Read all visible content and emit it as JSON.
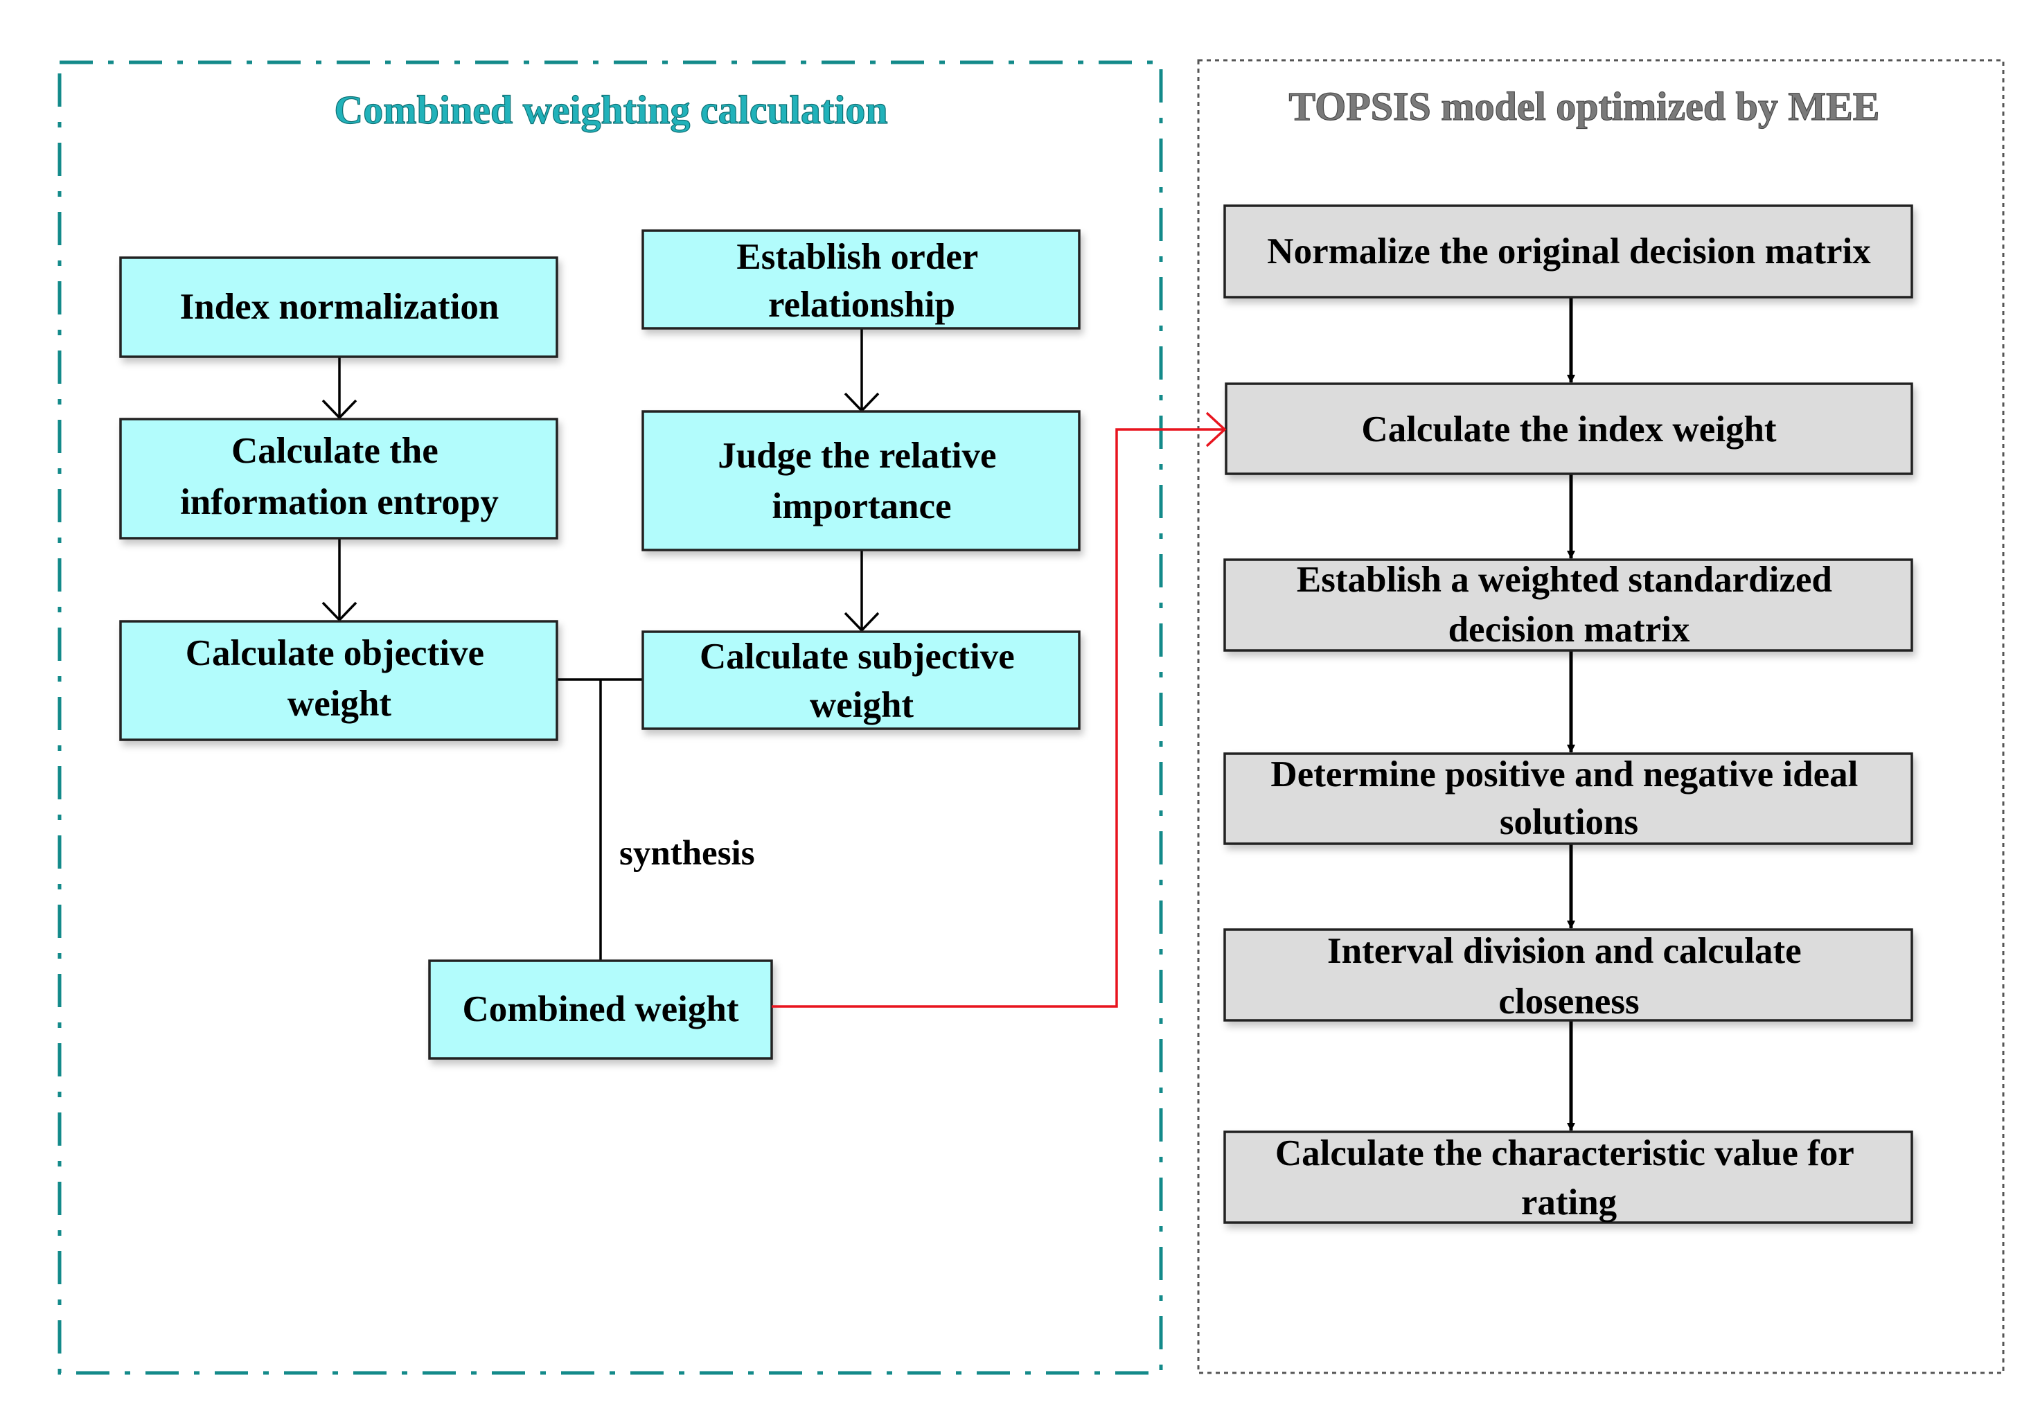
{
  "colors": {
    "left_panel_border": "#138a8a",
    "left_panel_title": "#21b2ba",
    "left_node_fill": "#b2fcfc",
    "right_panel_border": "#555555",
    "right_panel_title": "#7a7a7a",
    "right_node_fill": "#dcdcdc",
    "node_border": "#222222",
    "connector": "#000000",
    "link_arrow": "#e8141e"
  },
  "left_panel": {
    "title": "Combined weighting calculation",
    "nodes": {
      "index_normalization": {
        "lines": [
          "Index normalization"
        ]
      },
      "information_entropy": {
        "lines": [
          "Calculate the",
          "information entropy"
        ]
      },
      "objective_weight": {
        "lines": [
          "Calculate objective",
          "weight"
        ]
      },
      "order_relationship": {
        "lines": [
          "Establish order",
          "relationship"
        ]
      },
      "relative_importance": {
        "lines": [
          "Judge the relative",
          "importance"
        ]
      },
      "subjective_weight": {
        "lines": [
          "Calculate subjective",
          "weight"
        ]
      },
      "combined_weight": {
        "lines": [
          "Combined weight"
        ]
      }
    },
    "synthesis_label": "synthesis"
  },
  "right_panel": {
    "title": "TOPSIS model optimized by MEE",
    "steps": [
      {
        "lines": [
          "Normalize the original decision matrix"
        ]
      },
      {
        "lines": [
          "Calculate the index weight"
        ]
      },
      {
        "lines": [
          "Establish a weighted standardized",
          "decision matrix"
        ]
      },
      {
        "lines": [
          "Determine positive and negative ideal",
          "solutions"
        ]
      },
      {
        "lines": [
          "Interval division and calculate",
          "closeness"
        ]
      },
      {
        "lines": [
          "Calculate the characteristic value for",
          "rating"
        ]
      }
    ]
  }
}
